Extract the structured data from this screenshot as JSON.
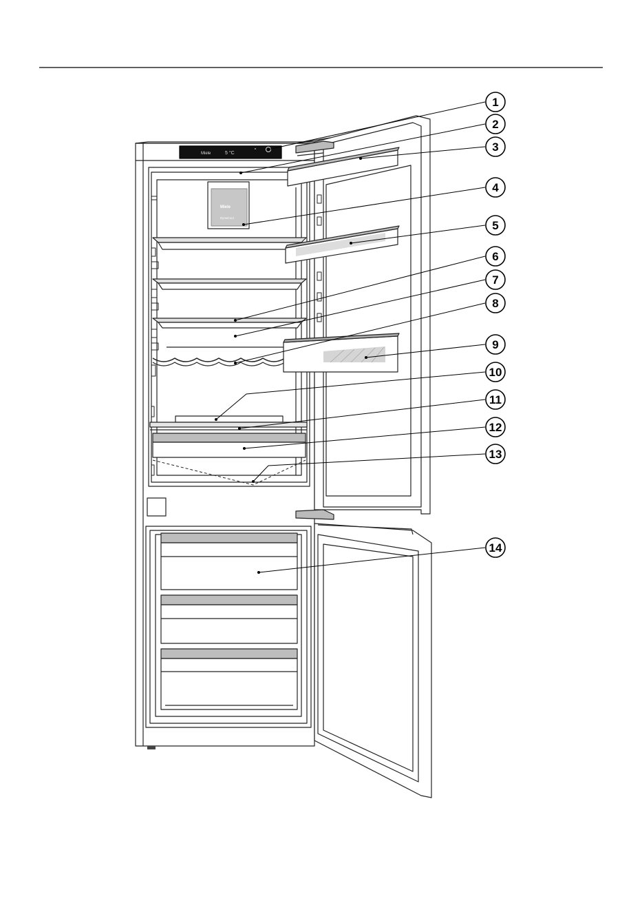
{
  "display_panel": {
    "brand": "Miele",
    "temperature": "5 °C"
  },
  "ventilator_box": {
    "brand": "Miele",
    "label": "DynaCool"
  },
  "callouts": [
    "1",
    "2",
    "3",
    "4",
    "5",
    "6",
    "7",
    "8",
    "9",
    "10",
    "11",
    "12",
    "13",
    "14"
  ]
}
